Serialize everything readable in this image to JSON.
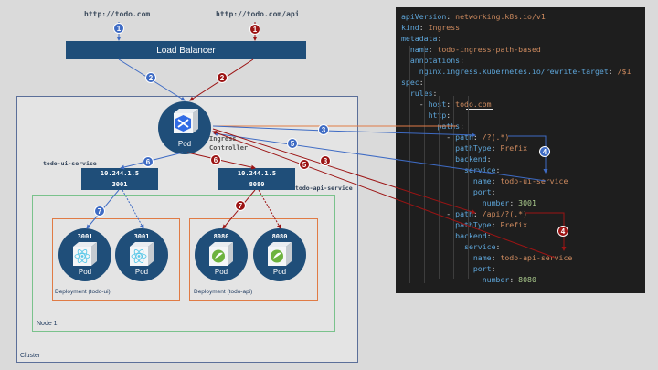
{
  "diagram": {
    "urls": {
      "ui": "http://todo.com",
      "api": "http://todo.com/api"
    },
    "load_balancer": "Load Balancer",
    "ingress_pod": {
      "label": "Pod",
      "caption_line1": "Ingress",
      "caption_line2": "Controller",
      "icon": "ingress-nginx-cube-icon"
    },
    "services": [
      {
        "name": "todo-ui-service",
        "ip": "10.244.1.5",
        "port": "3001"
      },
      {
        "name": "todo-api-service",
        "ip": "10.244.1.5",
        "port": "8080"
      }
    ],
    "deployments": [
      {
        "label": "Deployment (todo-ui)",
        "pods": [
          {
            "port": "3001",
            "label": "Pod",
            "icon": "react-icon"
          },
          {
            "port": "3001",
            "label": "Pod",
            "icon": "react-icon"
          }
        ]
      },
      {
        "label": "Deployment (todo-api)",
        "pods": [
          {
            "port": "8080",
            "label": "Pod",
            "icon": "spring-icon"
          },
          {
            "port": "8080",
            "label": "Pod",
            "icon": "spring-icon"
          }
        ]
      }
    ],
    "node_label": "Node 1",
    "cluster_label": "Cluster",
    "steps": {
      "blue": [
        "1",
        "2",
        "3",
        "4",
        "5",
        "6",
        "7"
      ],
      "red": [
        "1",
        "2",
        "3",
        "4",
        "5",
        "6",
        "7"
      ]
    },
    "colors": {
      "blue": "#3e6bc4",
      "red": "#9c1414",
      "navy": "#1f4e79",
      "orange": "#e07b45",
      "green": "#7ac28c"
    }
  },
  "code": {
    "lines": [
      [
        [
          "k",
          "apiVersion"
        ],
        [
          "p",
          ": "
        ],
        [
          "s",
          "networking.k8s.io/v1"
        ]
      ],
      [
        [
          "k",
          "kind"
        ],
        [
          "p",
          ": "
        ],
        [
          "s",
          "Ingress"
        ]
      ],
      [
        [
          "k",
          "metadata"
        ],
        [
          "p",
          ":"
        ]
      ],
      [
        [
          "p",
          "  "
        ],
        [
          "k",
          "name"
        ],
        [
          "p",
          ": "
        ],
        [
          "s",
          "todo-ingress-path-based"
        ]
      ],
      [
        [
          "p",
          "  "
        ],
        [
          "k",
          "annotations"
        ],
        [
          "p",
          ":"
        ]
      ],
      [
        [
          "p",
          "    "
        ],
        [
          "k",
          "nginx.ingress.kubernetes.io/rewrite-target"
        ],
        [
          "p",
          ": "
        ],
        [
          "s",
          "/$1"
        ]
      ],
      [
        [
          "k",
          "spec"
        ],
        [
          "p",
          ":"
        ]
      ],
      [
        [
          "p",
          "  "
        ],
        [
          "k",
          "rules"
        ],
        [
          "p",
          ":"
        ]
      ],
      [
        [
          "p",
          "    - "
        ],
        [
          "k",
          "host"
        ],
        [
          "p",
          ": "
        ],
        [
          "s",
          "todo.com"
        ]
      ],
      [
        [
          "p",
          "      "
        ],
        [
          "k",
          "http"
        ],
        [
          "p",
          ":"
        ]
      ],
      [
        [
          "p",
          "        "
        ],
        [
          "k",
          "paths"
        ],
        [
          "p",
          ":"
        ]
      ],
      [
        [
          "p",
          "          - "
        ],
        [
          "k",
          "path"
        ],
        [
          "p",
          ": "
        ],
        [
          "s",
          "/?(.*)"
        ]
      ],
      [
        [
          "p",
          "            "
        ],
        [
          "k",
          "pathType"
        ],
        [
          "p",
          ": "
        ],
        [
          "s",
          "Prefix"
        ]
      ],
      [
        [
          "p",
          "            "
        ],
        [
          "k",
          "backend"
        ],
        [
          "p",
          ":"
        ]
      ],
      [
        [
          "p",
          "              "
        ],
        [
          "k",
          "service"
        ],
        [
          "p",
          ":"
        ]
      ],
      [
        [
          "p",
          "                "
        ],
        [
          "k",
          "name"
        ],
        [
          "p",
          ": "
        ],
        [
          "s",
          "todo-ui-service"
        ]
      ],
      [
        [
          "p",
          "                "
        ],
        [
          "k",
          "port"
        ],
        [
          "p",
          ":"
        ]
      ],
      [
        [
          "p",
          "                  "
        ],
        [
          "k",
          "number"
        ],
        [
          "p",
          ": "
        ],
        [
          "n",
          "3001"
        ]
      ],
      [
        [
          "p",
          "          - "
        ],
        [
          "k",
          "path"
        ],
        [
          "p",
          ": "
        ],
        [
          "s",
          "/api/?(.*)"
        ]
      ],
      [
        [
          "p",
          "            "
        ],
        [
          "k",
          "pathType"
        ],
        [
          "p",
          ": "
        ],
        [
          "s",
          "Prefix"
        ]
      ],
      [
        [
          "p",
          "            "
        ],
        [
          "k",
          "backend"
        ],
        [
          "p",
          ":"
        ]
      ],
      [
        [
          "p",
          "              "
        ],
        [
          "k",
          "service"
        ],
        [
          "p",
          ":"
        ]
      ],
      [
        [
          "p",
          "                "
        ],
        [
          "k",
          "name"
        ],
        [
          "p",
          ": "
        ],
        [
          "s",
          "todo-api-service"
        ]
      ],
      [
        [
          "p",
          "                "
        ],
        [
          "k",
          "port"
        ],
        [
          "p",
          ":"
        ]
      ],
      [
        [
          "p",
          "                  "
        ],
        [
          "k",
          "number"
        ],
        [
          "p",
          ": "
        ],
        [
          "n",
          "8080"
        ]
      ]
    ]
  }
}
